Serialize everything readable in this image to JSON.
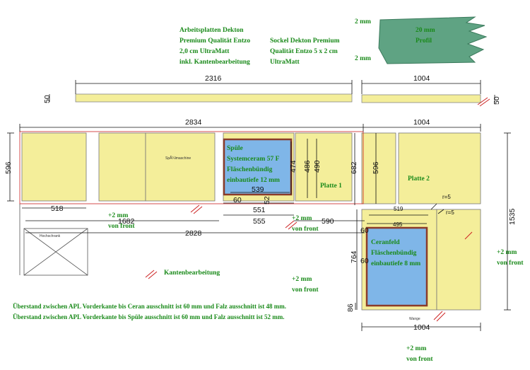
{
  "notes": {
    "worktop": "Arbeitsplatten Dekton\nPremium Qualität Entzo\n2,0 cm UltraMatt\ninkl. Kantenbearbeitung",
    "plinth": "Sockel Dekton Premium\nQualität Entzo 5 x 2 cm\nUltraMatt",
    "profile_top": "2 mm",
    "profile_bottom": "2 mm",
    "profile_label": "20 mm\nProfil",
    "sink": "Spüle\nSystemceram 57 F\nFläschenbündig\neinbautiefe 12 mm",
    "hob": "Ceranfeld\nFläschenbündig\neinbautiefe 8 mm",
    "plate1": "Platte 1",
    "plate2": "Platte 2",
    "front1": "+2 mm\nvon front",
    "front2": "+2 mm\nvon front",
    "front3": "+2 mm\nvon front",
    "front4": "+2 mm\nvon front",
    "front5": "+2 mm\nvon front",
    "edge_legend": "Kantenbearbeitung",
    "overhang_hob": "Überstand zwischen APL Vorderkante bis Ceran ausschnitt ist 60 mm und Falz ausschnitt ist 48 mm.",
    "overhang_sink": "Überstand zwischen APL Vorderkante bis Spüle ausschnitt ist 60 mm und Falz ausschnitt ist 52 mm."
  },
  "dims": {
    "d2316": "2316",
    "d1004a": "1004",
    "d50a": "50",
    "d50b": "50",
    "d2834": "2834",
    "d1004b": "1004",
    "d596a": "596",
    "d596b": "596",
    "d518": "518",
    "d1682": "1682",
    "d2828": "2828",
    "d486": "486",
    "d490": "490",
    "d474": "474",
    "d539": "539",
    "d60a": "60",
    "d52": "52",
    "d551": "551",
    "d555": "555",
    "d590": "590",
    "d682": "682",
    "d60b": "60",
    "d60c": "60",
    "d764": "764",
    "d86": "86",
    "d1535": "1535",
    "d519": "519",
    "d495": "495",
    "r5a": "r=5",
    "r5b": "r=5",
    "d1004c": "1004"
  },
  "labels": {
    "spuelmaschine": "SpÃ¼lmaschine",
    "hochschrank": "Hochschrank",
    "wange": "Wange"
  },
  "colors": {
    "panel": "#f4ee9a",
    "cutout": "#7fb6e8",
    "note_green": "#1a8a1a",
    "edge_red": "#cc2222",
    "profile_green": "#5fa383"
  }
}
